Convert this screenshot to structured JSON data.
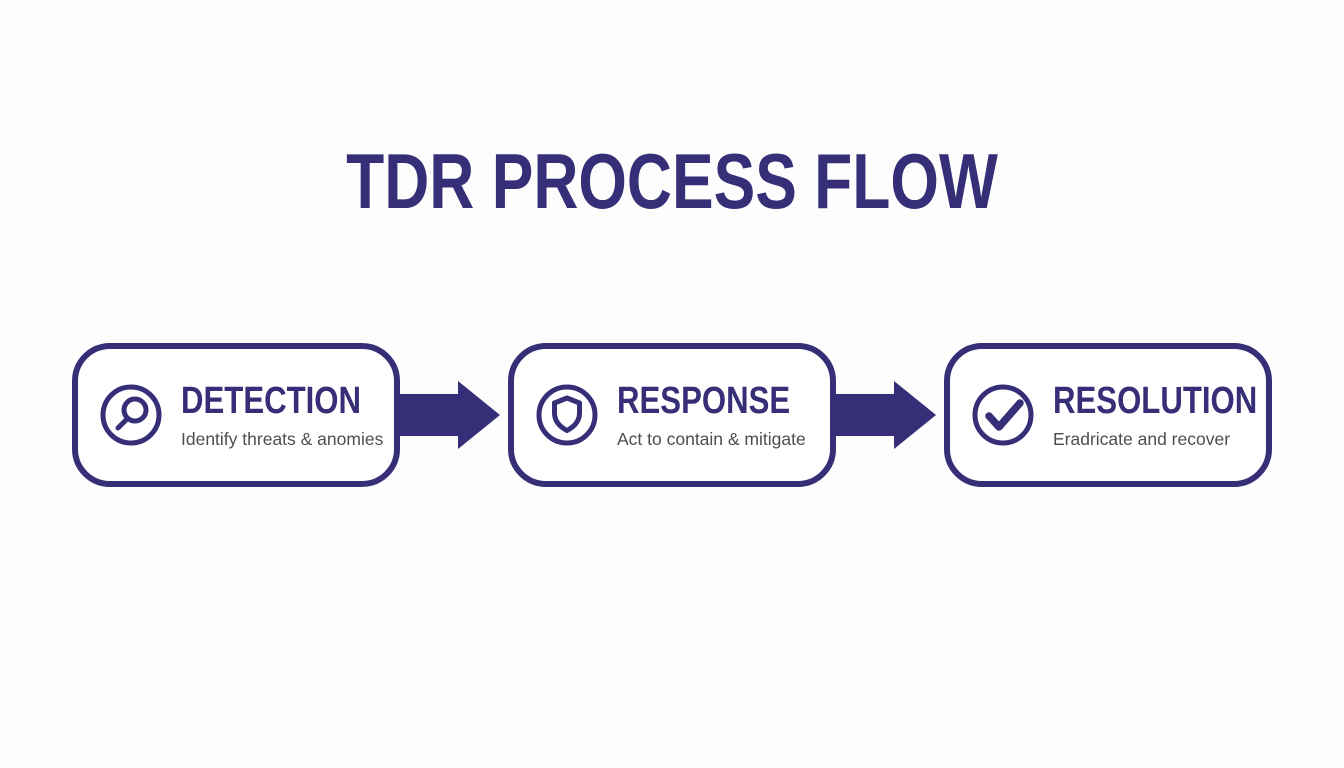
{
  "page": {
    "background_color": "#fdfdfe",
    "accent_color": "#362f78",
    "description_color": "#4e4e4e"
  },
  "title": "TDR PROCESS FLOW",
  "steps": [
    {
      "icon": "magnifier-circle-icon",
      "label": "DETECTION",
      "description": "Identify threats & anomies"
    },
    {
      "icon": "shield-circle-icon",
      "label": "RESPONSE",
      "description": "Act to contain & mitigate"
    },
    {
      "icon": "check-circle-icon",
      "label": "RESOLUTION",
      "description": "Eradricate and recover"
    }
  ],
  "connectors": [
    {
      "icon": "arrow-right-icon"
    },
    {
      "icon": "arrow-right-icon"
    }
  ]
}
